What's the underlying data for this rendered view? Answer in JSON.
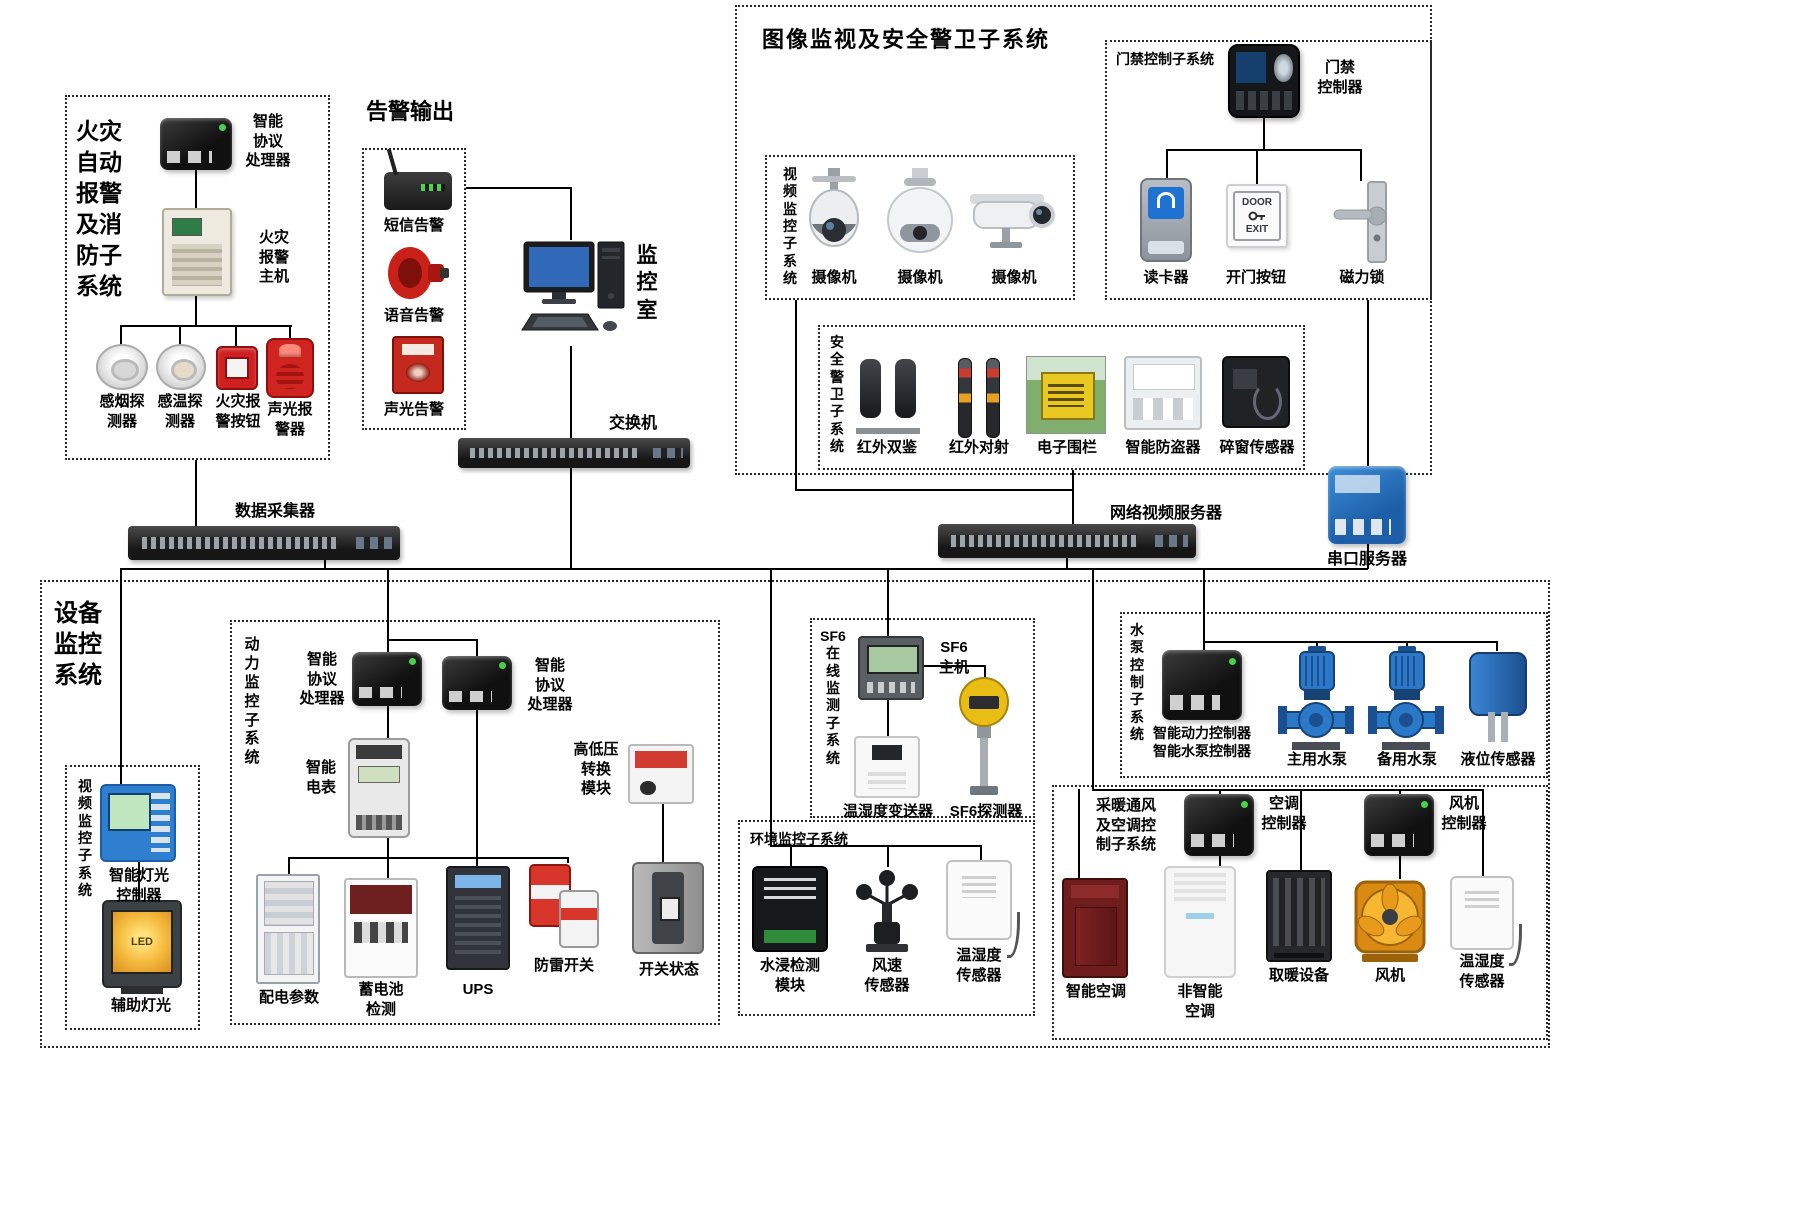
{
  "colors": {
    "line": "#000000",
    "accent_red": "#c5291d",
    "device_black": "#17181a",
    "pump_blue": "#2b78c8",
    "fan_orange": "#e8920e"
  },
  "fire": {
    "title": "火灾\n自动\n报警\n及消\n防子\n系统",
    "processor_label": "智能\n协议\n处理器",
    "host_label": "火灾\n报警\n主机",
    "devices": [
      "感烟探\n测器",
      "感温探\n测器",
      "火灾报\n警按钮",
      "声光报\n警器"
    ]
  },
  "alarm_out": {
    "title": "告警输出",
    "items": [
      "短信告警",
      "语音告警",
      "声光告警"
    ]
  },
  "room": {
    "label": "监\n控\n室",
    "switch_label": "交换机"
  },
  "imgsec": {
    "title": "图像监视及安全警卫子系统",
    "video": {
      "title": "视\n频\n监\n控\n子\n系\n统",
      "cameras": [
        "摄像机",
        "摄像机",
        "摄像机"
      ]
    },
    "access": {
      "title": "门禁控制子系统",
      "controller": "门禁\n控制器",
      "reader": "读卡器",
      "button": "开门按钮",
      "door_text": "DOOR",
      "exit_text": "EXIT",
      "lock": "磁力锁"
    },
    "guard": {
      "title": "安\n全\n警\n卫\n子\n系\n统",
      "items": [
        "红外双鉴",
        "红外对射",
        "电子围栏",
        "智能防盗器",
        "碎窗传感器"
      ]
    }
  },
  "network": {
    "collector": "数据采集器",
    "nvs": "网络视频服务器",
    "serial": "串口服务器"
  },
  "equip": {
    "title": "设备\n监控\n系统",
    "video_light": {
      "title": "视\n频\n监\n控\n子\n系\n统",
      "controller": "智能灯光\n控制器",
      "light": "辅助灯光",
      "led_text": "LED"
    },
    "power": {
      "title": "动\n力\n监\n控\n子\n系\n统",
      "proc_left": "智能\n协议\n处理器",
      "proc_right": "智能\n协议\n处理器",
      "meter": "智能\n电表",
      "hv_module": "高低压\n转换\n模块",
      "items": [
        "配电参数",
        "蓄电池\n检测",
        "UPS",
        "防雷开关",
        "开关状态"
      ]
    },
    "sf6": {
      "title": "SF6\n在\n线\n监\n测\n子\n系\n统",
      "host": "SF6\n主机",
      "transmitter": "温湿度变送器",
      "detector": "SF6探测器"
    },
    "env": {
      "title": "环境监控子系统",
      "items": [
        "水浸检测\n模块",
        "风速\n传感器",
        "温湿度\n传感器"
      ]
    },
    "pump": {
      "title": "水\n泵\n控\n制\n子\n系\n统",
      "controller": "智能动力控制器\n智能水泵控制器",
      "items": [
        "主用水泵",
        "备用水泵",
        "液位传感器"
      ]
    },
    "hvac": {
      "title": "采暖通风\n及空调控\n制子系统",
      "ac_ctrl": "空调\n控制器",
      "fan_ctrl": "风机\n控制器",
      "items": [
        "智能空调",
        "非智能\n空调",
        "取暖设备",
        "风机",
        "温湿度\n传感器"
      ]
    }
  }
}
